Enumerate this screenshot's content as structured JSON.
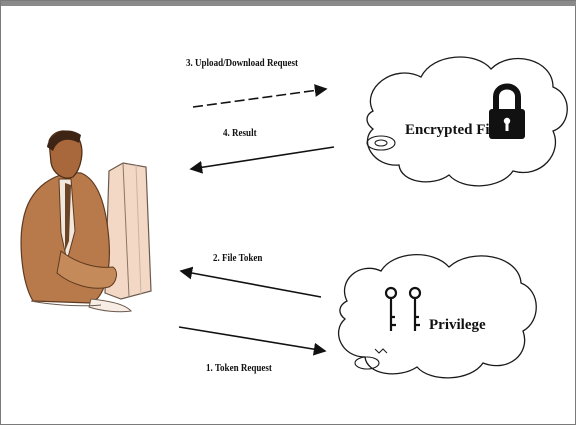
{
  "arrows": {
    "upload_request": "3. Upload/Download Request",
    "result": "4. Result",
    "file_token": "2. File Token",
    "token_request": "1. Token Request"
  },
  "clouds": {
    "storage_label": "Encrypted Files",
    "privilege_label": "Privilege"
  },
  "icons": {
    "user": "person-at-computer-icon",
    "storage": "lock-icon",
    "privilege": "keys-icon"
  },
  "colors": {
    "skin": "#b87a4b",
    "line": "#111111"
  }
}
